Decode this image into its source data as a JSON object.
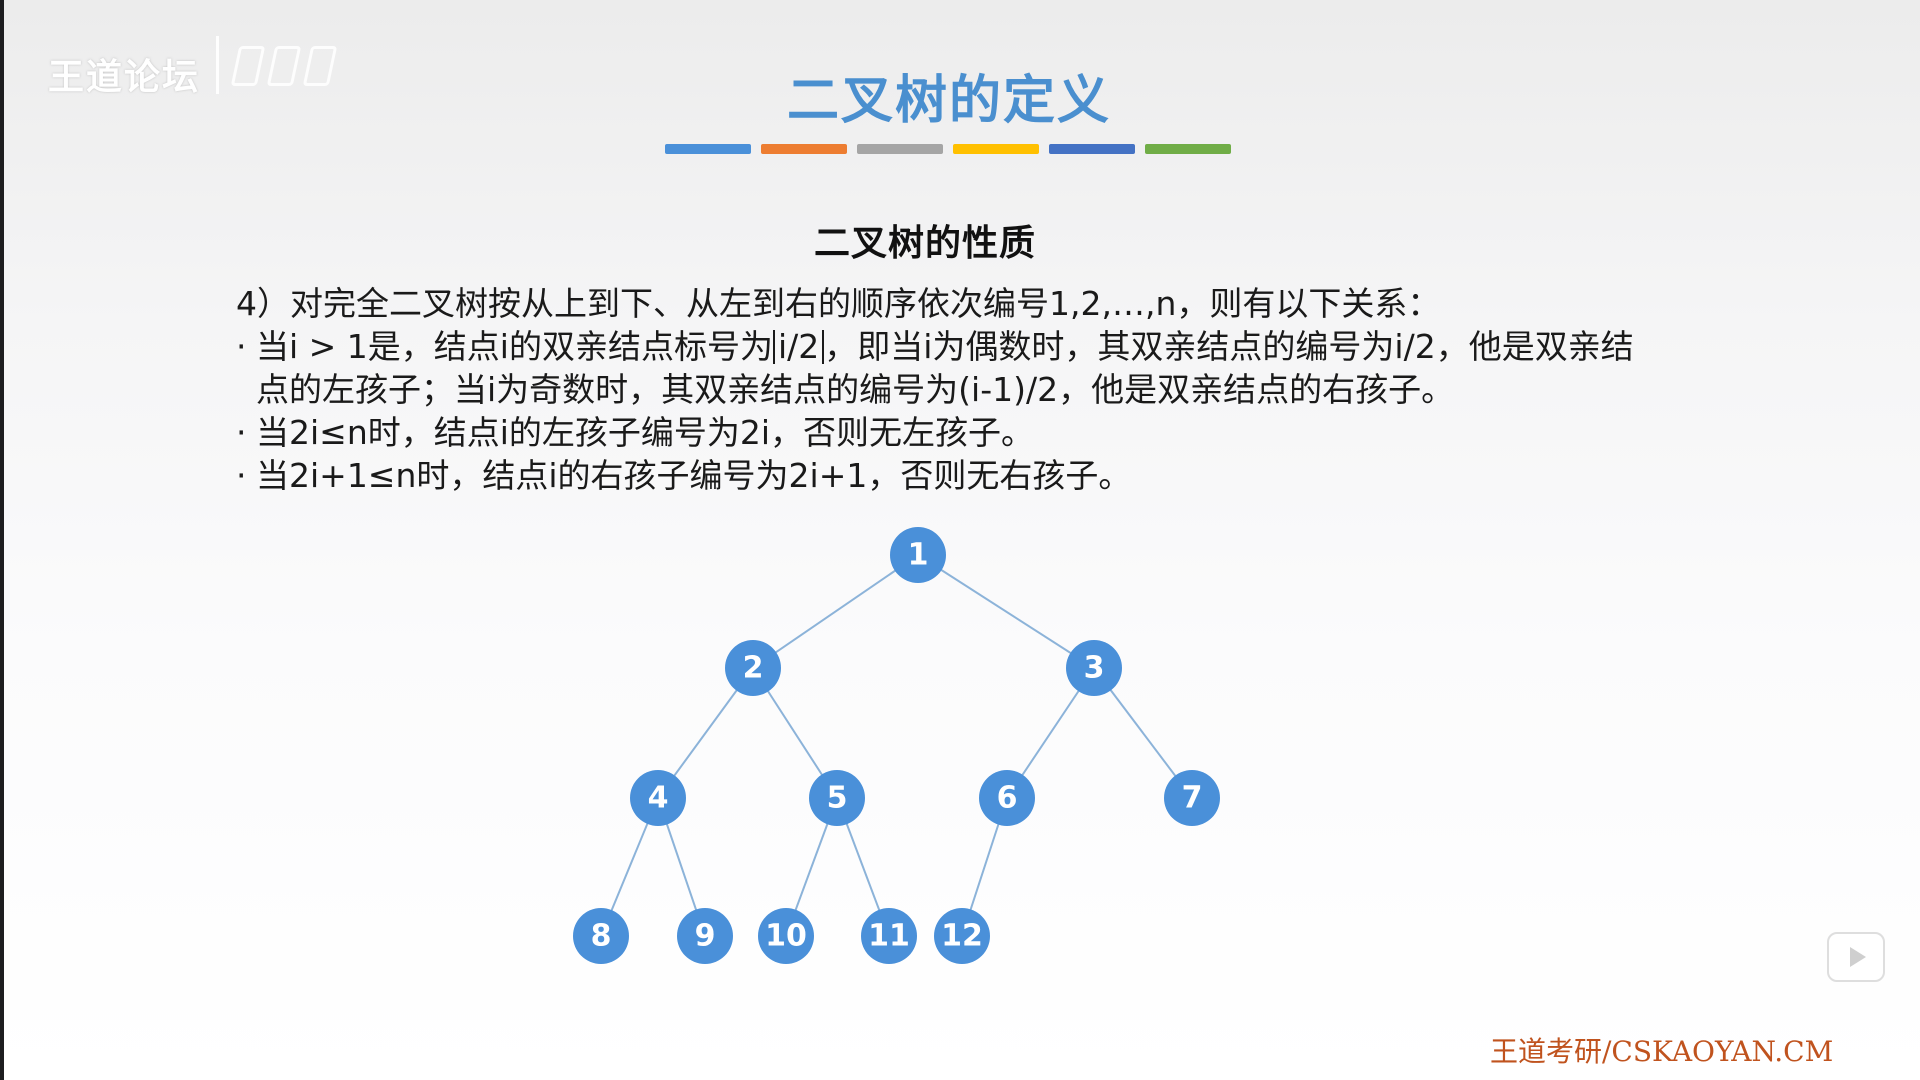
{
  "watermark": {
    "logo_text": "王道论坛"
  },
  "slide": {
    "title": "二叉树的定义",
    "color_bar": [
      "#4a90d9",
      "#ed7d31",
      "#a5a5a5",
      "#ffc000",
      "#4472c4",
      "#70ad47"
    ],
    "subtitle": "二叉树的性质",
    "lines": {
      "l1": "4）对完全二叉树按从上到下、从左到右的顺序依次编号1,2,…,n，则有以下关系：",
      "bullet": "·",
      "l2_before": "当i > 1是，结点i的双亲结点标号为",
      "l2_floor": "i/2",
      "l2_after": "，即当i为偶数时，其双亲结点的编号为i/2，他是双亲结",
      "l3": "点的左孩子；当i为奇数时，其双亲结点的编号为(i-1)/2，他是双亲结点的右孩子。",
      "l4": "当2i≤n时，结点i的左孩子编号为2i，否则无左孩子。",
      "l5": "当2i+1≤n时，结点i的右孩子编号为2i+1，否则无右孩子。"
    },
    "tree": {
      "node_color": "#4a90d9",
      "edge_color": "#8cb3d9",
      "nodes": [
        "1",
        "2",
        "3",
        "4",
        "5",
        "6",
        "7",
        "8",
        "9",
        "10",
        "11",
        "12"
      ]
    }
  },
  "player": {
    "play_icon": "play-icon"
  },
  "footer": {
    "text": "王道考研/CSKAOYAN.CM"
  }
}
